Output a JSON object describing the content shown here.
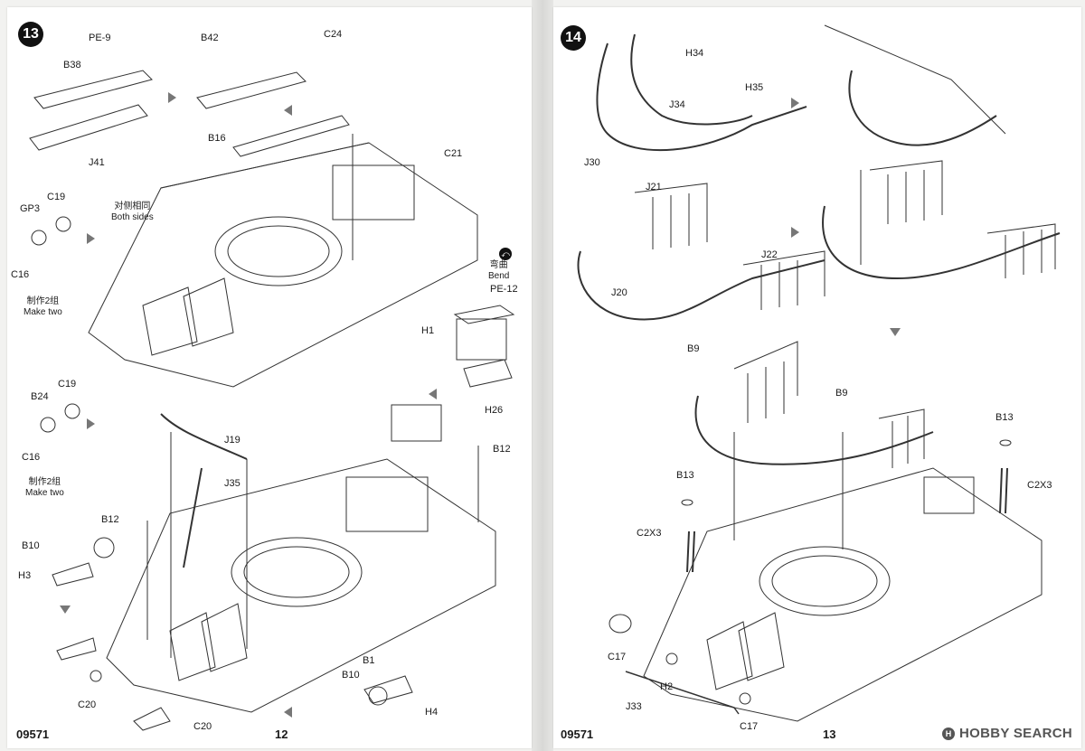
{
  "page_left": {
    "step": "13",
    "footer_code": "09571",
    "page_number": "12",
    "labels": {
      "pe9": "PE-9",
      "b38": "B38",
      "j41": "J41",
      "b42": "B42",
      "c24": "C24",
      "b16": "B16",
      "c21": "C21",
      "gp3": "GP3",
      "c19a": "C19",
      "c16a": "C16",
      "pe12": "PE-12",
      "h1": "H1",
      "h26": "H26",
      "b24": "B24",
      "c19b": "C19",
      "c16b": "C16",
      "j19": "J19",
      "j35": "J35",
      "b12a": "B12",
      "b12b": "B12",
      "b10a": "B10",
      "h3": "H3",
      "c20a": "C20",
      "b1": "B1",
      "b10b": "B10",
      "h4": "H4",
      "c20b": "C20"
    },
    "notes": {
      "both_sides_cn": "对侧相同",
      "both_sides_en": "Both sides",
      "make_two_a_cn": "制作2组",
      "make_two_a_en": "Make two",
      "make_two_b_cn": "制作2组",
      "make_two_b_en": "Make two",
      "bend_cn": "弯曲",
      "bend_en": "Bend"
    }
  },
  "page_right": {
    "step": "14",
    "footer_code": "09571",
    "page_number": "13",
    "labels": {
      "h34": "H34",
      "h35": "H35",
      "j34": "J34",
      "j30": "J30",
      "j21": "J21",
      "j22": "J22",
      "j20": "J20",
      "b9a": "B9",
      "b9b": "B9",
      "b13a": "B13",
      "b13b": "B13",
      "c2x3a": "C2X3",
      "c2x3b": "C2X3",
      "c17a": "C17",
      "c17b": "C17",
      "h2": "H2",
      "j33": "J33"
    }
  },
  "watermark": {
    "text": "HOBBY SEARCH",
    "logo": "H"
  },
  "colors": {
    "ink": "#1a1a1a",
    "arrow": "#777777",
    "paper": "#ffffff"
  }
}
